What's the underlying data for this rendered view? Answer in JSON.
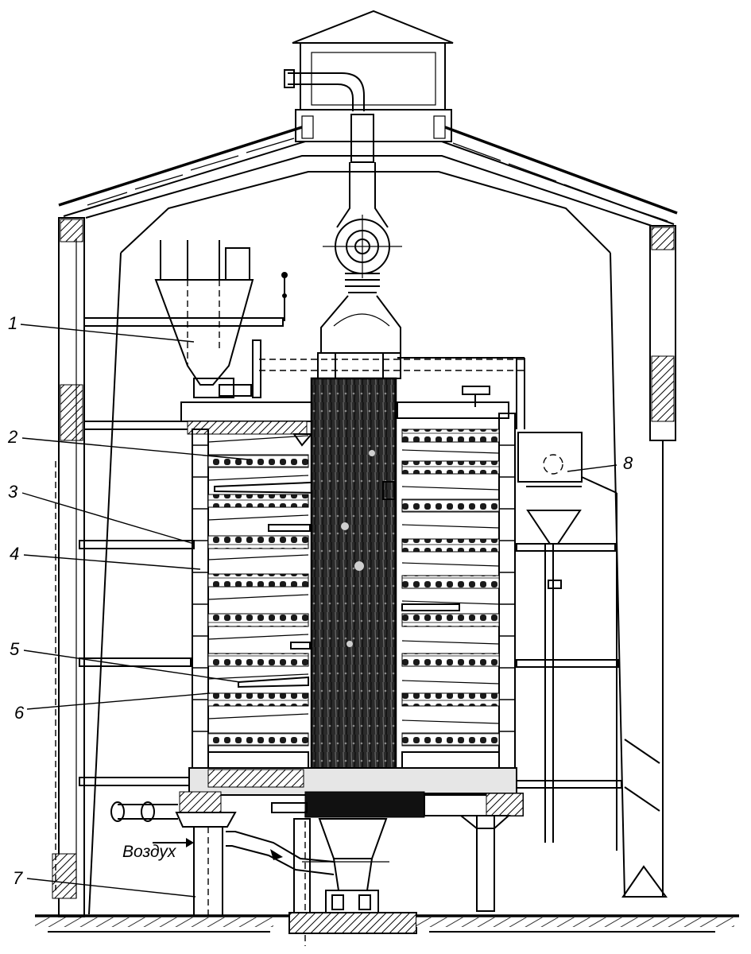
{
  "diagram": {
    "callouts": [
      {
        "id": "1",
        "label": "1"
      },
      {
        "id": "2",
        "label": "2"
      },
      {
        "id": "3",
        "label": "3"
      },
      {
        "id": "4",
        "label": "4"
      },
      {
        "id": "5",
        "label": "5"
      },
      {
        "id": "6",
        "label": "6"
      },
      {
        "id": "7",
        "label": "7"
      },
      {
        "id": "8",
        "label": "8"
      }
    ],
    "air_label": "Воздух"
  }
}
